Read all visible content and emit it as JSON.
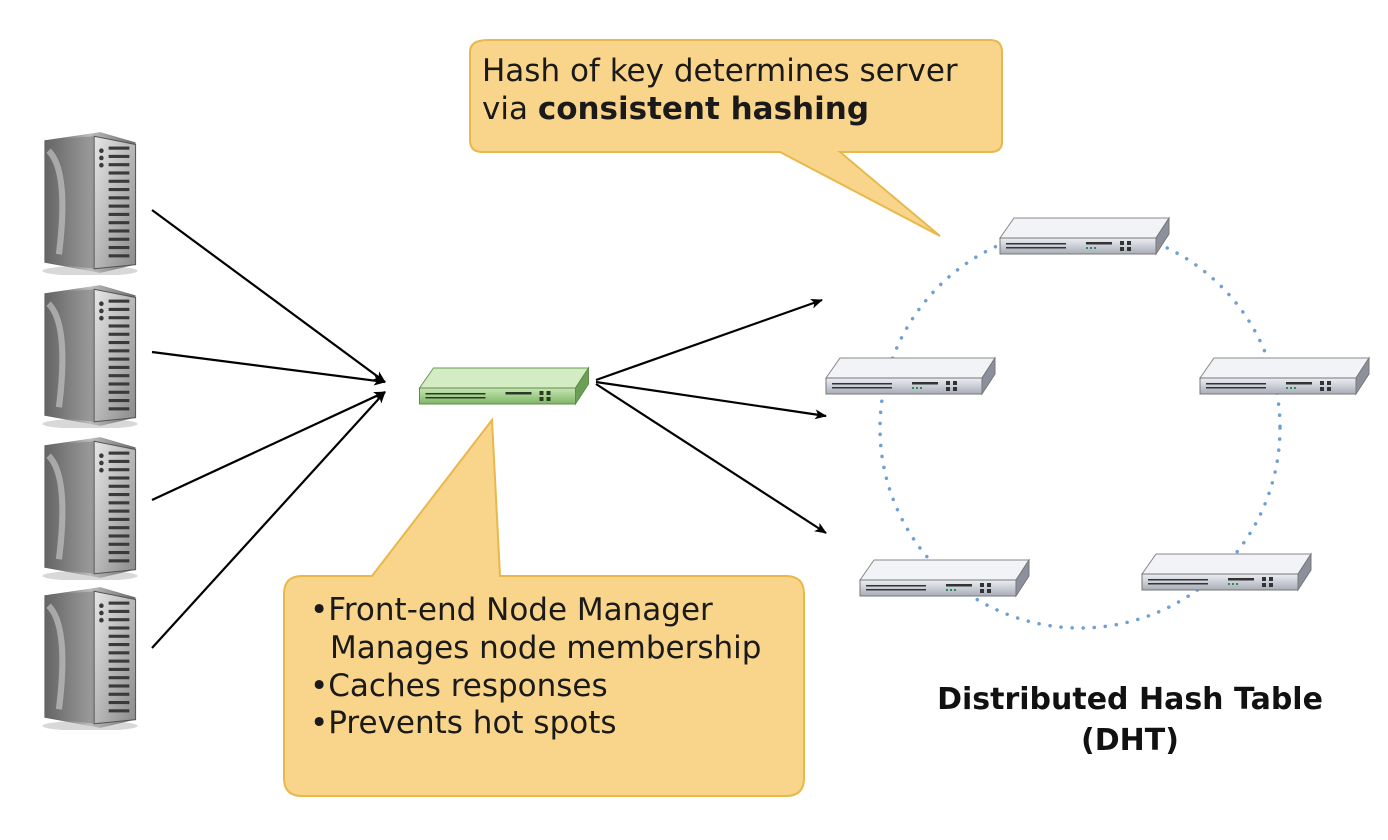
{
  "callout_top": {
    "line1": "Hash of key determines server",
    "line2_prefix": "via ",
    "line2_bold": "consistent hashing"
  },
  "callout_bottom": {
    "items": [
      "•Front-end Node Manager",
      "Manages node membership",
      "•Caches responses",
      "•Prevents hot spots"
    ]
  },
  "dht_label": {
    "line1": "Distributed Hash Table",
    "line2": "(DHT)"
  },
  "colors": {
    "callout_fill": "#f9d58c",
    "callout_border": "#e8b84a",
    "front_end_node": "#9dcf86",
    "dht_node": "#c9ccd6",
    "ring_dots": "#6fa0d2",
    "arrow": "#000000"
  },
  "icons": {
    "clients": "tower-server-icon",
    "front_end": "rack-server-icon",
    "dht_nodes": "rack-server-icon"
  }
}
